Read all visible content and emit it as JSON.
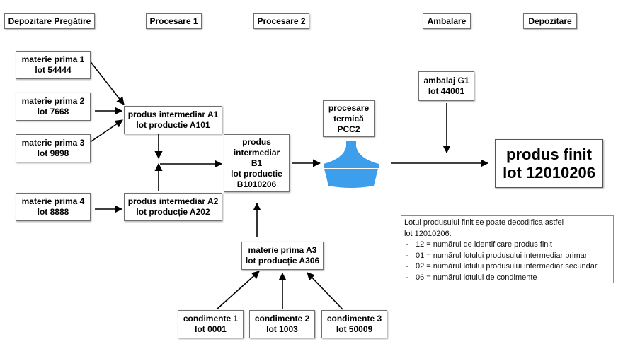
{
  "headers": {
    "depozitare_pregatire": "Depozitare Pregătire",
    "procesare1": "Procesare 1",
    "procesare2": "Procesare 2",
    "ambalare": "Ambalare",
    "depozitare": "Depozitare"
  },
  "nodes": {
    "mp1": [
      "materie prima 1",
      "lot 54444"
    ],
    "mp2": [
      "materie prima 2",
      "lot 7668"
    ],
    "mp3": [
      "materie prima 3",
      "lot 9898"
    ],
    "mp4": [
      "materie prima 4",
      "lot 8888"
    ],
    "pia1": [
      "produs intermediar A1",
      "lot productie A101"
    ],
    "pia2": [
      "produs intermediar A2",
      "lot producție A202"
    ],
    "pib1": [
      "produs",
      "intermediar",
      "B1",
      "lot productie",
      "B1010206"
    ],
    "pcc2": [
      "procesare",
      "termică",
      "PCC2"
    ],
    "ambalaj": [
      "ambalaj G1",
      "lot 44001"
    ],
    "final": [
      "produs finit",
      "lot 12010206"
    ],
    "mpa3": [
      "materie prima A3",
      "lot producție A306"
    ],
    "cond1": [
      "condimente 1",
      "lot 0001"
    ],
    "cond2": [
      "condimente 2",
      "lot 1003"
    ],
    "cond3": [
      "condimente 3",
      "lot 50009"
    ]
  },
  "notes": {
    "intro1": "Lotul produsului finit se poate decodifica astfel",
    "intro2": "lot 12010206:",
    "items": [
      "12 = numărul de identificare produs finit",
      "01 = numărul lotului produsului intermediar primar",
      "02 = numărul lotului produsului intermediar secundar",
      "06 = numărul lotului de condimente"
    ]
  },
  "colors": {
    "funnel": "#3d9eec",
    "arrow": "#000000"
  }
}
